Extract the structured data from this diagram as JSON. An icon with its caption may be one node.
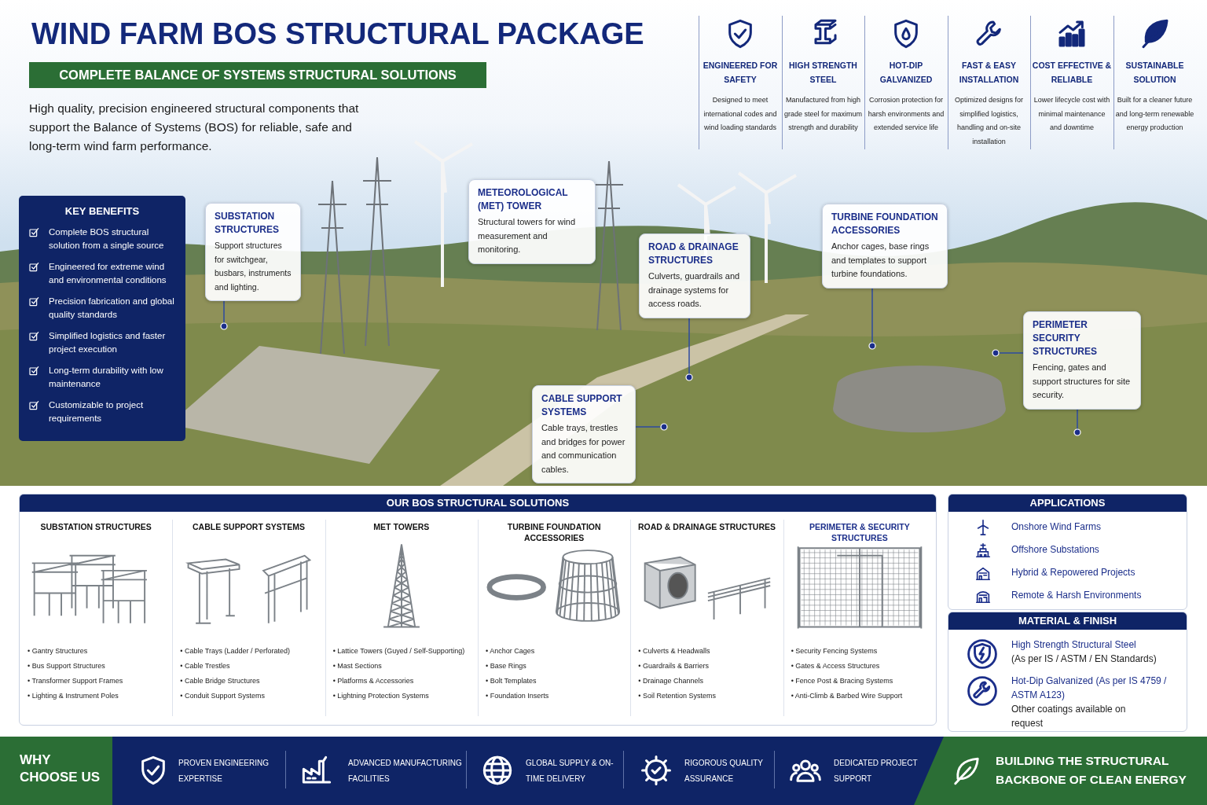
{
  "diagram": {
    "title": "WIND FARM BOS STRUCTURAL PACKAGE",
    "nodes": [
      {
        "text": [
          "COMPLETE BALANCE OF SYSTEMS STRUCTURAL SOLUTIONS"
        ]
      },
      {
        "text": [
          "KEY BENEFITS",
          "Complete BOS structural solution from a single source",
          "Engineered for extreme wind and environmental conditions",
          "Precision fabrication and global quality standards",
          "Simplified logistics and faster project execution",
          "Long-term durability with low maintenance",
          "Customizable to project requirements"
        ]
      },
      {
        "text": [
          "SUBSTATION STRUCTURES",
          "Support structures for switchgear, busbars, instruments and lighting."
        ]
      },
      {
        "text": [
          "METEOROLOGICAL (MET) TOWER",
          "Structural towers for wind measurement and monitoring."
        ]
      },
      {
        "text": [
          "ROAD & DRAINAGE STRUCTURES",
          "Culverts, guardrails and drainage systems for access roads."
        ]
      },
      {
        "text": [
          "TURBINE FOUNDATION ACCESSORIES",
          "Anchor cages, base rings and templates to support turbine foundations."
        ]
      },
      {
        "text": [
          "PERIMETER SECURITY STRUCTURES",
          "Fencing, gates and support structures for site security."
        ]
      },
      {
        "text": [
          "CABLE SUPPORT SYSTEMS",
          "Cable trays, trestles and bridges for power and communication cables."
        ]
      },
      {
        "text": [
          "OUR BOS STRUCTURAL SOLUTIONS",
          "SUBSTATION STRUCTURES",
          "• Gantry Structures",
          "• Bus Support Structures",
          "• Transformer Support Frames",
          "• Lighting & Instrument Poles",
          "CABLE SUPPORT SYSTEMS",
          "• Cable Trays (Ladder / Perforated)",
          "• Cable Trestles",
          "• Cable Bridge Structures",
          "• Conduit Support Systems",
          "MET TOWERS",
          "• Lattice Towers (Guyed / Self-Supporting)",
          "• Mast Sections",
          "• Platforms & Accessories",
          "• Lightning Protection Systems",
          "TURBINE FOUNDATION ACCESSORIES",
          "• Anchor Cages",
          "• Base Rings",
          "• Bolt Templates",
          "• Foundation Inserts",
          "ROAD & DRAINAGE STRUCTURES",
          "• Culverts & Headwalls",
          "• Guardrails & Barriers",
          "• Drainage Channels",
          "• Soil Retention Systems",
          "PERIMETER & SECURITY STRUCTURES",
          "• Security Fencing Systems",
          "• Gates & Access Structures",
          "• Fence Post & Bracing Systems",
          "• Anti-Climb & Barbed Wire Support"
        ]
      },
      {
        "text": [
          "APPLICATIONS",
          "Onshore Wind Farms",
          "Offshore Substations",
          "Hybrid & Repowered Projects",
          "Remote & Harsh Environments"
        ]
      },
      {
        "text": [
          "MATERIAL & FINISH",
          "High Strength Structural Steel",
          "(As per IS / ASTM / EN Standards)",
          "Hot-Dip Galvanized (As per IS 4759 / ASTM A123)",
          "Other coatings available on request"
        ]
      },
      {
        "text": [
          "WHY CHOOSE US"
        ]
      },
      {
        "text": [
          "PROVEN ENGINEERING EXPERTISE",
          "ADVANCED MANUFACTURING FACILITIES",
          "GLOBAL SUPPLY & ON-TIME DELIVERY",
          "RIGOROUS QUALITY ASSURANCE",
          "DEDICATED PROJECT SUPPORT"
        ]
      },
      {
        "text": [
          "BUILDING THE STRUCTURAL BACKBONE OF CLEAN ENERGY"
        ]
      }
    ],
    "edges": [
      {
        "from": 2,
        "to": null,
        "arrow": "other"
      },
      {
        "from": 4,
        "to": null,
        "arrow": "other"
      },
      {
        "from": 5,
        "to": null,
        "arrow": "other"
      },
      {
        "from": 6,
        "to": null,
        "arrow": "other"
      },
      {
        "from": 6,
        "to": null,
        "arrow": "other"
      },
      {
        "from": 7,
        "to": null,
        "arrow": "other"
      }
    ],
    "labels": [
      "High quality, precision engineered structural components that support the Balance of Systems (BOS) for reliable, safe and long-term wind farm performance.",
      "ENGINEERED FOR SAFETY",
      "Designed to meet international codes and wind loading standards",
      "HIGH STRENGTH STEEL",
      "Manufactured from high grade steel for maximum strength and durability",
      "HOT-DIP GALVANIZED",
      "Corrosion protection for harsh environments and extended service life",
      "FAST & EASY INSTALLATION",
      "Optimized designs for simplified logistics, handling and on-site installation",
      "COST EFFECTIVE & RELIABLE",
      "Lower lifecycle cost with minimal maintenance and downtime",
      "SUSTAINABLE SOLUTION",
      "Built for a cleaner future and long-term renewable energy production"
    ]
  }
}
